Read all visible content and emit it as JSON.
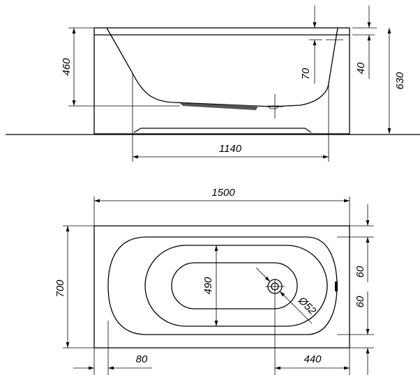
{
  "side_view": {
    "dim_height_inner": "460",
    "dim_overflow": "70",
    "dim_rim": "40",
    "dim_total_height": "630",
    "dim_leg_span": "1140"
  },
  "top_view": {
    "dim_length": "1500",
    "dim_width": "700",
    "dim_inner_width": "490",
    "dim_drain_diameter": "Ø52",
    "dim_side_offset_top": "60",
    "dim_side_offset_bottom": "60",
    "dim_end_offset": "80",
    "dim_drain_offset": "440"
  }
}
